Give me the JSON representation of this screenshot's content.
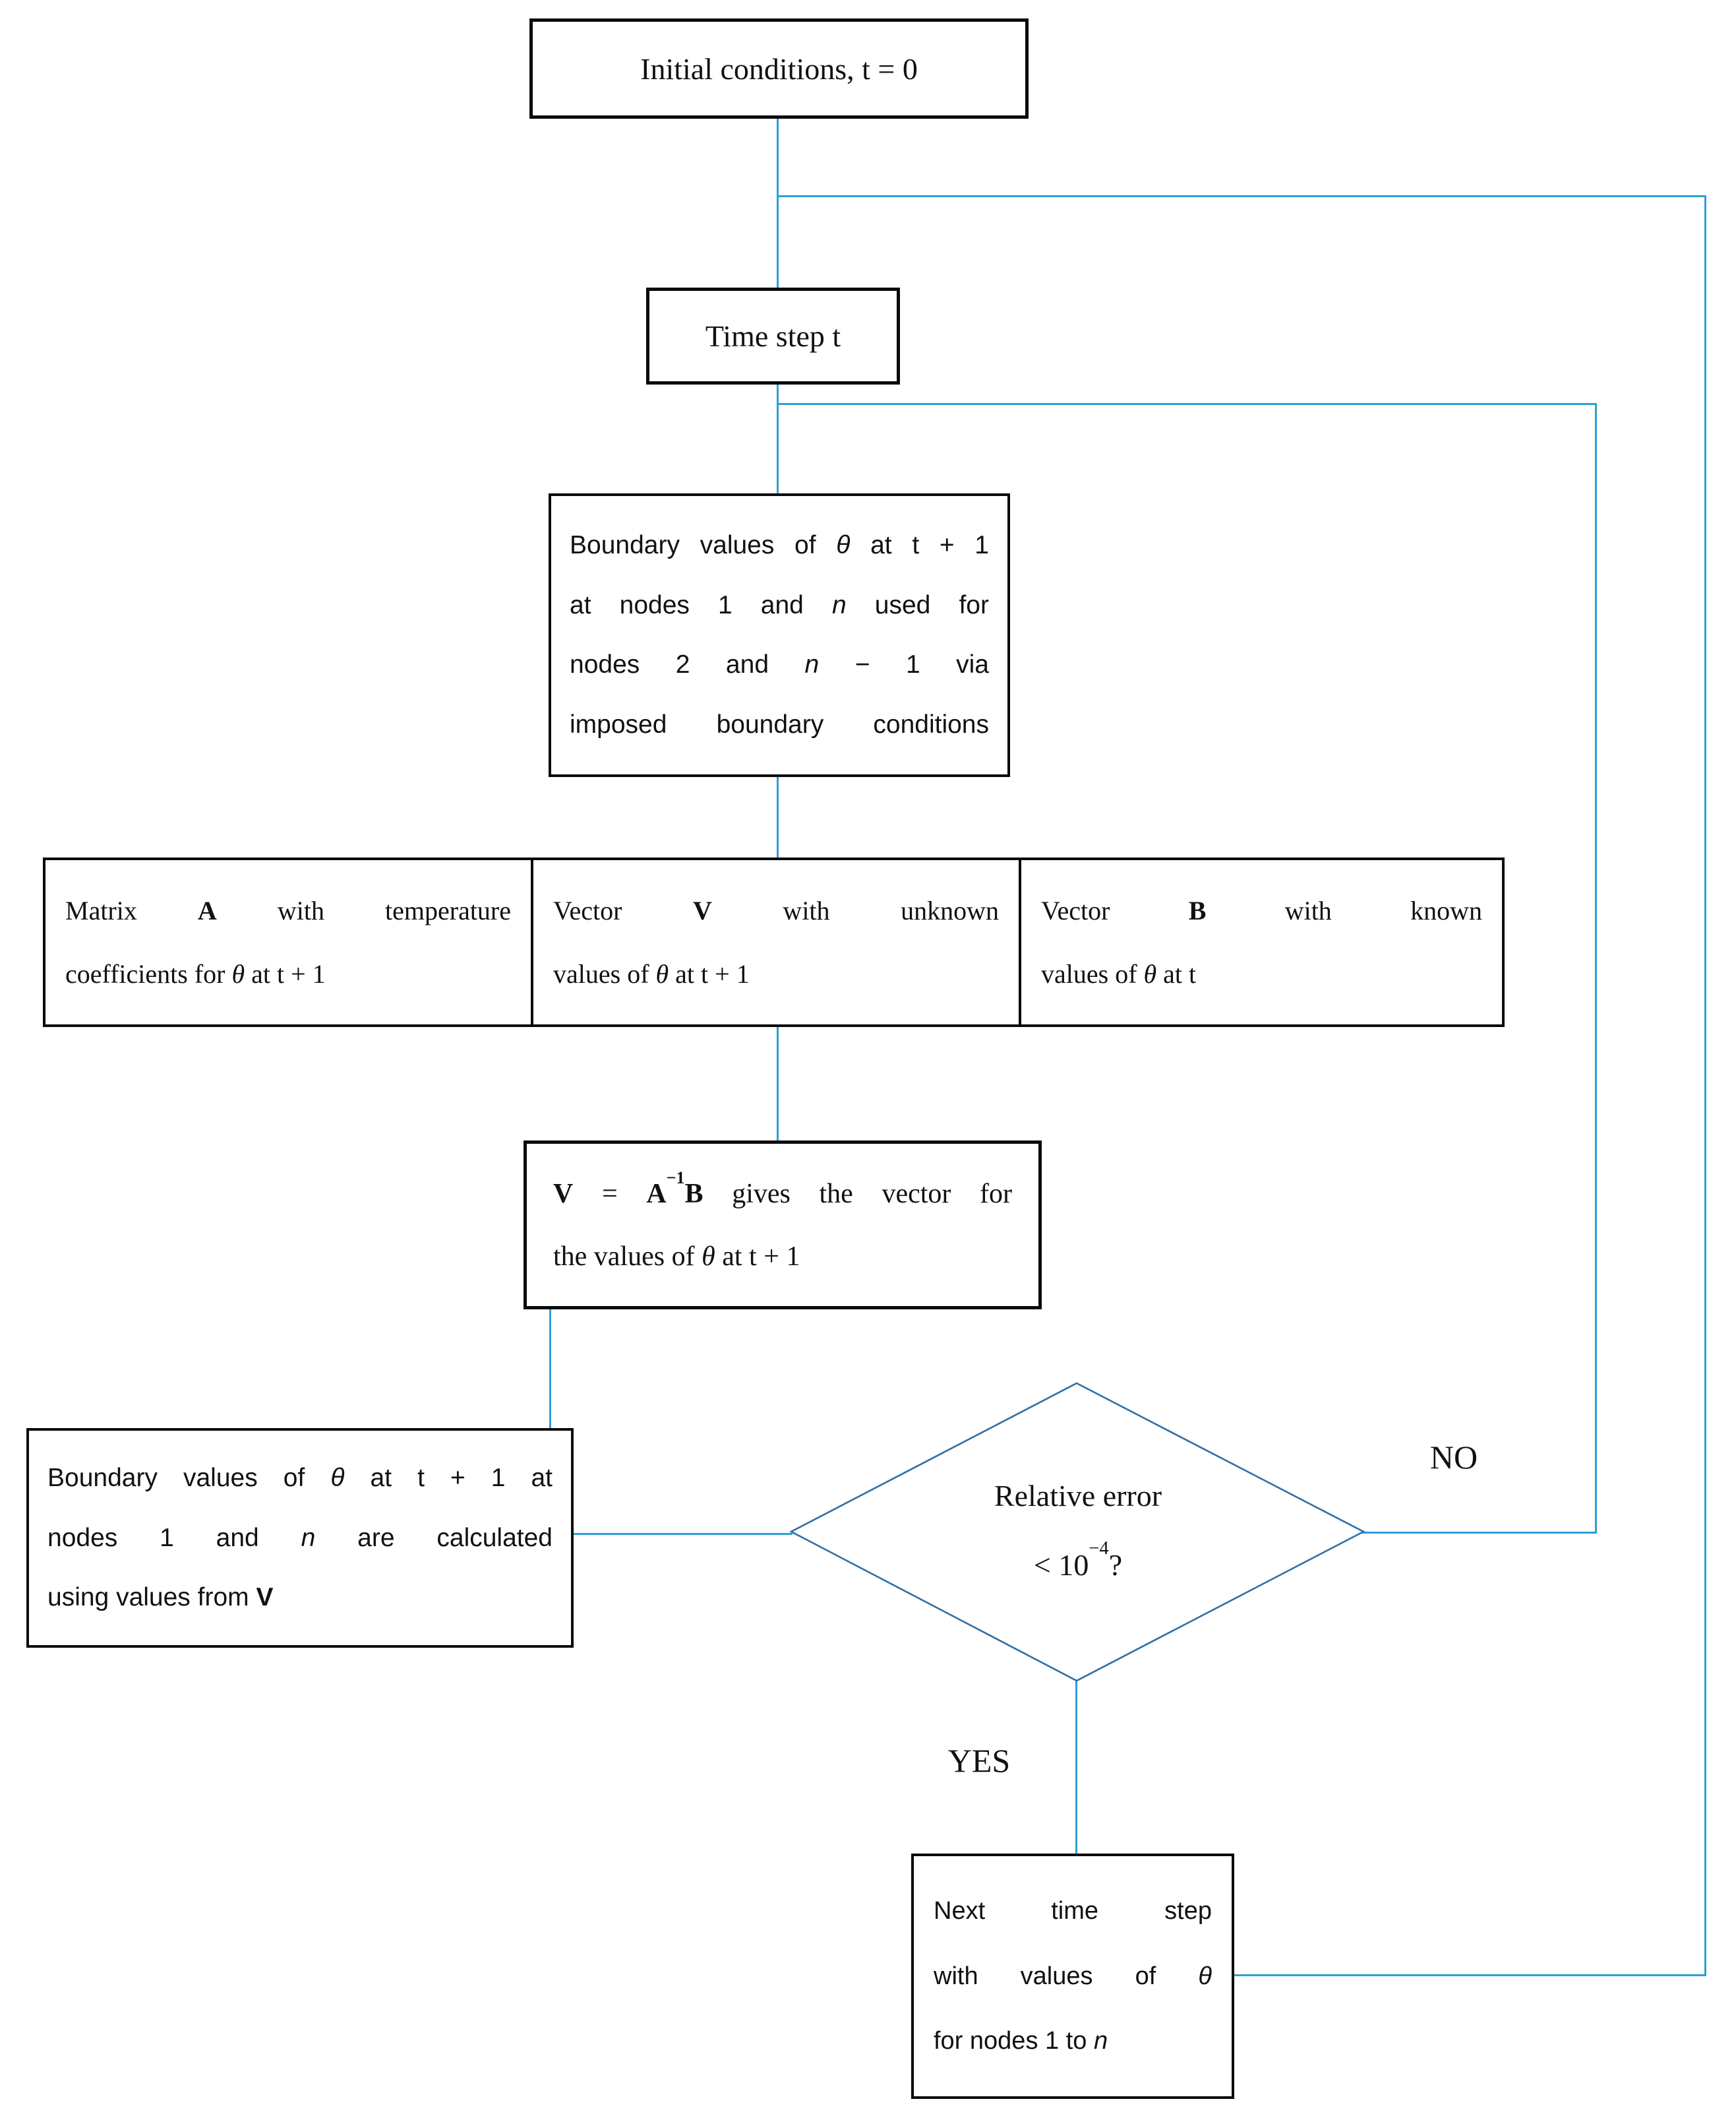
{
  "colors": {
    "connector": "#2e9fd6",
    "diamond_stroke": "#2f6fa8",
    "box_border": "#0a0a0a",
    "text": "#111111"
  },
  "nodes": {
    "initial": {
      "lines": [
        [
          {
            "t": "Initial conditions, t = 0"
          }
        ]
      ]
    },
    "time_step": {
      "lines": [
        [
          {
            "t": "Time step t"
          }
        ]
      ]
    },
    "boundary_imposed": {
      "lines": [
        [
          {
            "t": "Boundary values of "
          },
          {
            "t": "θ",
            "i": 1
          },
          {
            "t": " at t + 1"
          }
        ],
        [
          {
            "t": "at nodes 1 and "
          },
          {
            "t": "n",
            "i": 1
          },
          {
            "t": " used for"
          }
        ],
        [
          {
            "t": "nodes 2 and "
          },
          {
            "t": "n",
            "i": 1
          },
          {
            "t": " − 1 via"
          }
        ],
        [
          {
            "t": "imposed boundary conditions"
          }
        ]
      ]
    },
    "matrix_a": {
      "lines": [
        [
          {
            "t": "Matrix "
          },
          {
            "t": "A",
            "b": 1
          },
          {
            "t": " with temperature"
          }
        ],
        [
          {
            "t": "coefficients for "
          },
          {
            "t": "θ",
            "i": 1
          },
          {
            "t": " at t + 1"
          }
        ]
      ]
    },
    "vector_v": {
      "lines": [
        [
          {
            "t": "Vector "
          },
          {
            "t": "V",
            "b": 1
          },
          {
            "t": " with unknown"
          }
        ],
        [
          {
            "t": "values of "
          },
          {
            "t": "θ",
            "i": 1
          },
          {
            "t": " at t + 1"
          }
        ]
      ]
    },
    "vector_b": {
      "lines": [
        [
          {
            "t": "Vector "
          },
          {
            "t": "B",
            "b": 1
          },
          {
            "t": " with known"
          }
        ],
        [
          {
            "t": "values of "
          },
          {
            "t": "θ",
            "i": 1
          },
          {
            "t": " at t"
          }
        ]
      ]
    },
    "solve_formula": {
      "lines": [
        [
          {
            "t": "V",
            "b": 1
          },
          {
            "t": " = "
          },
          {
            "t": "A",
            "b": 1
          },
          {
            "t": "−1",
            "b": 1,
            "sup": 1
          },
          {
            "t": "B",
            "b": 1
          },
          {
            "t": " gives the vector for"
          }
        ],
        [
          {
            "t": "the values of "
          },
          {
            "t": "θ",
            "i": 1
          },
          {
            "t": " at t + 1"
          }
        ]
      ]
    },
    "boundary_calculated": {
      "lines": [
        [
          {
            "t": "Boundary values of "
          },
          {
            "t": "θ",
            "i": 1
          },
          {
            "t": " at t + 1 at"
          }
        ],
        [
          {
            "t": "nodes 1 and "
          },
          {
            "t": "n",
            "i": 1
          },
          {
            "t": " are calculated"
          }
        ],
        [
          {
            "t": "using values from "
          },
          {
            "t": "V",
            "b": 1
          }
        ]
      ]
    },
    "decision": {
      "lines": [
        [
          {
            "t": "Relative error"
          }
        ],
        [
          {
            "t": "< 10"
          },
          {
            "t": "−4",
            "sup": 1
          },
          {
            "t": "?"
          }
        ]
      ]
    },
    "next_step": {
      "lines": [
        [
          {
            "t": "Next time step"
          }
        ],
        [
          {
            "t": "with values of "
          },
          {
            "t": "θ",
            "i": 1
          }
        ],
        [
          {
            "t": "for nodes 1 to "
          },
          {
            "t": "n",
            "i": 1
          }
        ]
      ]
    }
  },
  "labels": {
    "no": "NO",
    "yes": "YES"
  }
}
